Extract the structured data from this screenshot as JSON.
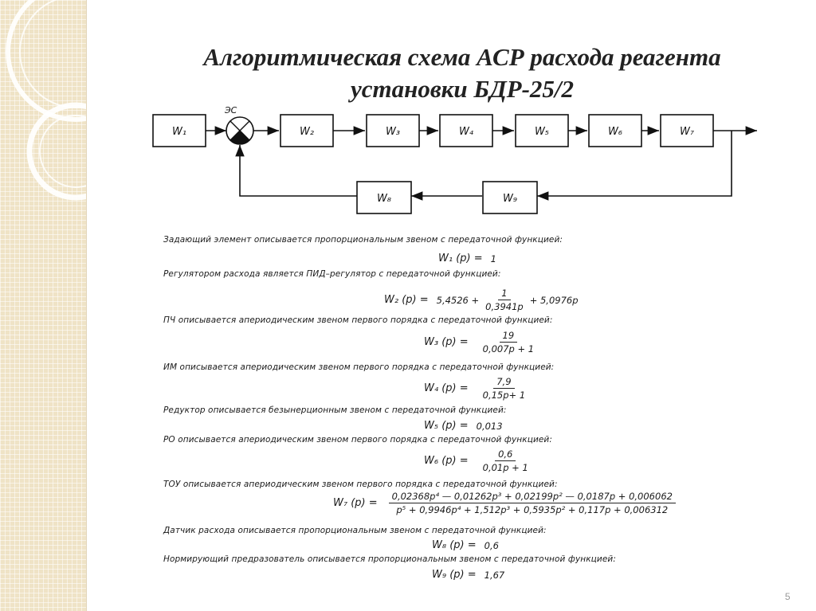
{
  "title": {
    "line1": "Алгоритмическая схема АСР расхода реагента",
    "line2": "установки БДР-25/2"
  },
  "diagram": {
    "comparator_label": "ЭС",
    "blocks": {
      "w1": "W₁",
      "w2": "W₂",
      "w3": "W₃",
      "w4": "W₄",
      "w5": "W₅",
      "w6": "W₆",
      "w7": "W₇",
      "w8": "W₈",
      "w9": "W₉"
    }
  },
  "descriptions": [
    "Задающий элемент описывается пропорциональным звеном с передаточной функцией:",
    "Регулятором расхода является ПИД–регулятор с передаточной функцией:",
    "ПЧ описывается апериодическим звеном первого порядка с передаточной функцией:",
    "ИМ описывается апериодическим звеном первого порядка с передаточной функцией:",
    "Редуктор описывается безынерционным звеном с передаточной функцией:",
    "РО описывается апериодическим звеном первого порядка с передаточной функцией:",
    "ТОУ описывается апериодическим звеном первого порядка с передаточной функцией:",
    "Датчик расхода описывается пропорциональным звеном с передаточной функцией:",
    "Нормирующий предразователь описывается пропорциональным звеном с передаточной функцией:"
  ],
  "formulas": {
    "w1": {
      "lhs": "W₁ (p) =",
      "rhs": "1"
    },
    "w2": {
      "lhs": "W₂ (p) =",
      "pre": "5,4526 +",
      "num": "1",
      "den": "0,3941p",
      "post": "+ 5,0976p"
    },
    "w3": {
      "lhs": "W₃ (p) =",
      "num": "19",
      "den": "0,007p + 1"
    },
    "w4": {
      "lhs": "W₄ (p) =",
      "num": "7,9",
      "den": "0,15p+ 1"
    },
    "w5": {
      "lhs": "W₅ (p) =",
      "rhs": "0,013"
    },
    "w6": {
      "lhs": "W₆ (p) =",
      "num": "0,6",
      "den": "0,01p + 1"
    },
    "w7": {
      "lhs": "W₇ (p) =",
      "num": "0,02368p⁴ — 0,01262p³ + 0,02199p² — 0,0187p + 0,006062",
      "den": "p⁵ + 0,9946p⁴ + 1,512p³ + 0,5935p² + 0,117p + 0,006312"
    },
    "w8": {
      "lhs": "W₈ (p) =",
      "rhs": "0,6"
    },
    "w9": {
      "lhs": "W₉ (p) =",
      "rhs": "1,67"
    }
  },
  "page_number": "5"
}
